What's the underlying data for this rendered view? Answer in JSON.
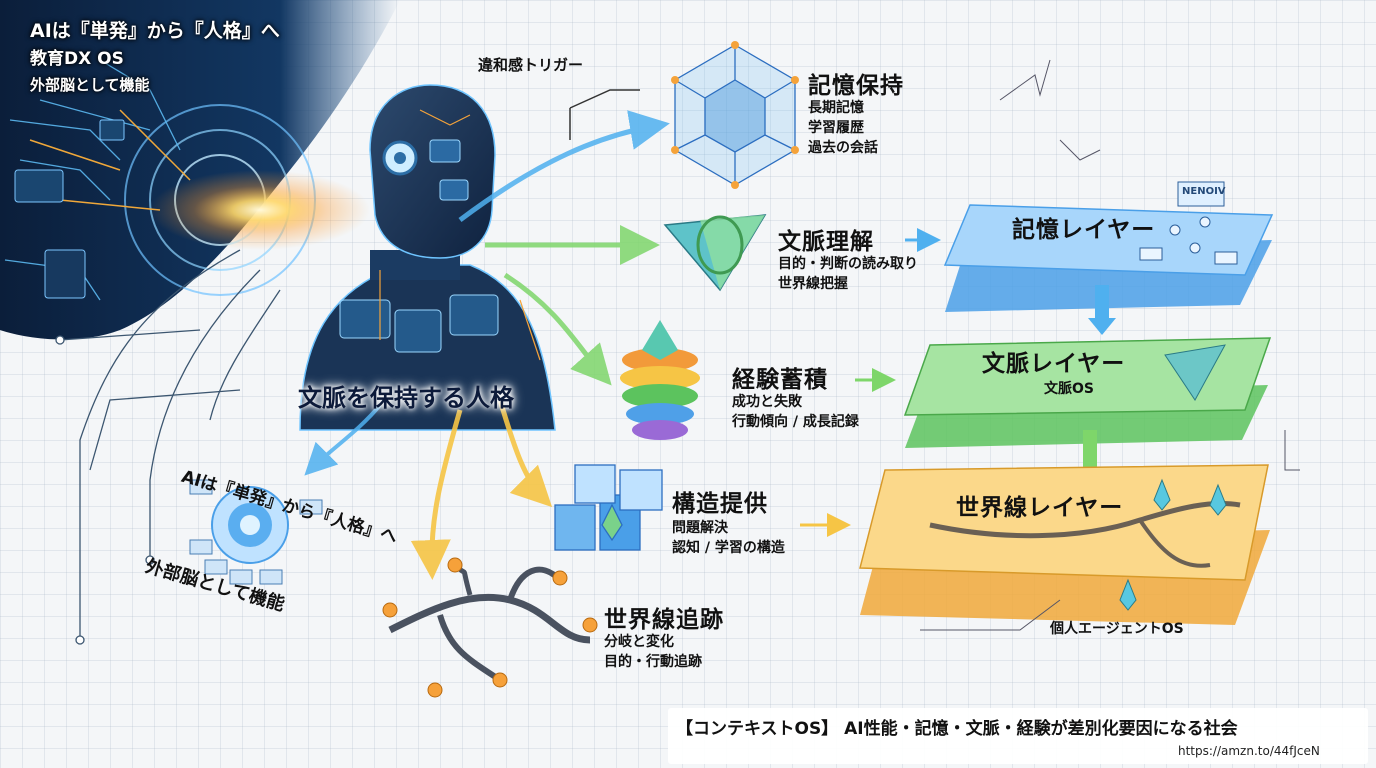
{
  "top_left": {
    "title": "AIは『単発』から『人格』へ",
    "subtitle": "教育DX OS",
    "caption": "外部脳として機能"
  },
  "center": {
    "title": "文脈を保持する人格"
  },
  "trigger": {
    "label": "違和感トリガー"
  },
  "nodes": [
    {
      "id": "memory",
      "title": "記憶保持",
      "lines": [
        "長期記憶",
        "学習履歴",
        "過去の会話"
      ]
    },
    {
      "id": "context",
      "title": "文脈理解",
      "lines": [
        "目的・判断の読み取り",
        "世界線把握"
      ]
    },
    {
      "id": "experience",
      "title": "経験蓄積",
      "lines": [
        "成功と失敗",
        "行動傾向 / 成長記録"
      ]
    },
    {
      "id": "structure",
      "title": "構造提供",
      "lines": [
        "問題解決",
        "認知 / 学習の構造"
      ]
    },
    {
      "id": "worldline",
      "title": "世界線追跡",
      "lines": [
        "分岐と変化",
        "目的・行動追跡"
      ]
    }
  ],
  "layers": {
    "memory": {
      "title": "記憶レイヤー",
      "tag": "NENOIV"
    },
    "context": {
      "title": "文脈レイヤー",
      "subtitle": "文脈OS"
    },
    "world": {
      "title": "世界線レイヤー"
    },
    "caption": "個人エージェントOS"
  },
  "left_diagram": {
    "label1": "AIは『単発』から『人格』へ",
    "label2": "外部脳として機能"
  },
  "footer": {
    "caption": "【コンテキストOS】 AI性能・記憶・文脈・経験が差別化要因になる社会",
    "url": "https://amzn.to/44fJceN"
  },
  "colors": {
    "memory_layer": "#4a9fe8",
    "context_layer": "#5cc35e",
    "world_layer": "#f1b63a",
    "arrow_blue": "#4fb0ef",
    "arrow_green": "#7ed66a",
    "arrow_yellow": "#f6c545",
    "dark_bg": "#0b1e3a"
  }
}
